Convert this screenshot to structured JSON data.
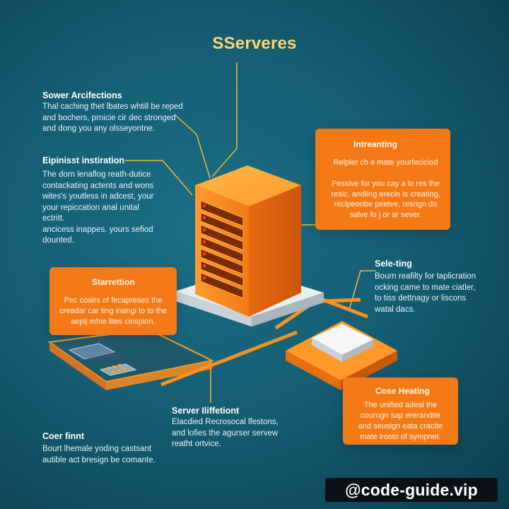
{
  "title": "SServeres",
  "colors": {
    "background": "#155e74",
    "accent_orange": "#f47a18",
    "title_yellow": "#ffd56a",
    "connector_yellow": "#f5b633"
  },
  "callouts": [
    {
      "id": "left_top",
      "title": "Sower Arcifections",
      "body": "Thal caching thet lbates whtill be reped\nand bochers, prnicie cir dec stronged\nand dong you any olsseyontne."
    },
    {
      "id": "left_mid",
      "title": "Eipinisst instiration",
      "body": "The dorn lenaflog reath-dutice\ncontackating actents and wons\nwites's youtless in adcest, your\nyour repiccation anal unital\nectritt.\nancicess inappes. yours sefiod\ndounted."
    },
    {
      "id": "right_mid",
      "title": "Sele-ting",
      "body": "Bourn reafilty for taplicration\nocking came to mate ciatler,\nto tiss dettnagy or liscons\nwatal dacs."
    },
    {
      "id": "bottom_center",
      "title": "Server Iliffetiont",
      "body": "Elacdied Recrosocal lfestons,\nand lofies the agurser servew\nreatht ortvice."
    },
    {
      "id": "bottom_left",
      "title": "Coer finnt",
      "body": "Bourt lhemale yoding castsant\nautible act bresign be comante."
    }
  ],
  "cards": [
    {
      "id": "card_top_right",
      "title": "Intreanting",
      "body": "Relpler ch e mate yourfeciciod\n\nPesslve for you cay a lo res the\nresic, andling erecin is creating,\nreclpeonbe peetve, resrign do\nsalve fo j or ar sever."
    },
    {
      "id": "card_left",
      "title": "Starrettion",
      "body": "Pec coairs of fecapreses the\ncreadar car ting inangi to to the\naeplj mhie lites cinspion."
    },
    {
      "id": "card_bottom_right",
      "title": "Cose Heating",
      "body": "The unifted adeal the\ncourugn sap ererandite\nand seusign eata cracite\nmate lrosto of sympnet."
    }
  ],
  "watermark": "@code-guide.vip",
  "icons": [
    "server-rack-icon",
    "chip-icon",
    "platform-tile-icon"
  ]
}
